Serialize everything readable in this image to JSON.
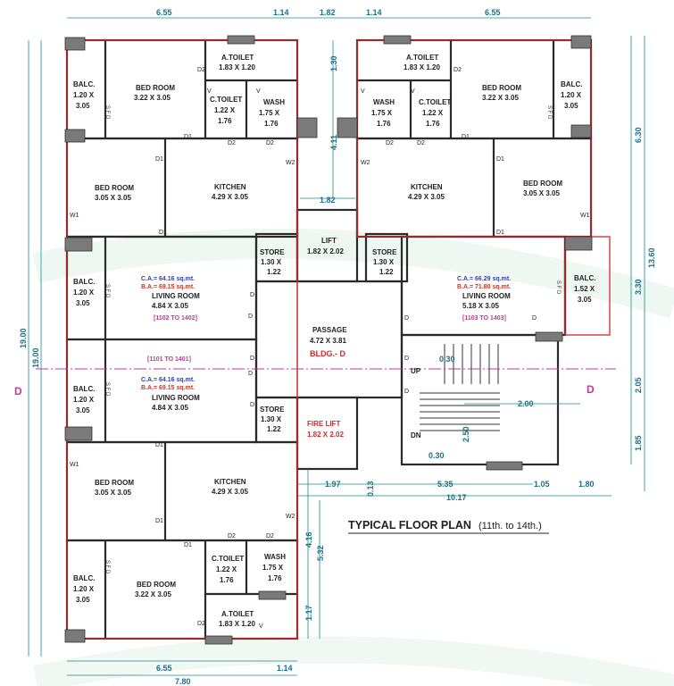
{
  "title": "TYPICAL FLOOR PLAN",
  "subtitle": "(11th. to 14th.)",
  "building": "BLDG.- D",
  "section_marker": "D",
  "passage": {
    "name": "PASSAGE",
    "size": "4.72 X 3.81"
  },
  "lift": {
    "name": "LIFT",
    "size": "1.82 X 2.02"
  },
  "fire_lift": {
    "name": "FIRE LIFT",
    "size": "1.82 X 2.02"
  },
  "stair": {
    "up": "UP",
    "dn": "DN"
  },
  "units": {
    "top_left": {
      "code": "[1102 TO 1402]",
      "ca": "C.A.= 64.16 sq.mt.",
      "ba": "B.A.= 69.15 sq.mt."
    },
    "top_right": {
      "code": "[1103 TO 1403]",
      "ca": "C.A.= 66.29 sq.mt.",
      "ba": "B.A.= 71.80 sq.mt."
    },
    "bottom_left": {
      "code": "[1101 TO 1401]",
      "ca": "C.A.= 64.16 sq.mt.",
      "ba": "B.A.= 69.15 sq.mt."
    }
  },
  "rooms": {
    "bed_room": "BED ROOM",
    "kitchen": "KITCHEN",
    "living_room": "LIVING ROOM",
    "a_toilet": "A.TOILET",
    "c_toilet": "C.TOILET",
    "wash": "WASH",
    "store": "STORE",
    "balc": "BALC.",
    "size_322": "3.22 X 3.05",
    "size_305": "3.05 X 3.05",
    "size_429": "4.29 X 3.05",
    "size_484": "4.84 X 3.05",
    "size_518": "5.18 X 3.05",
    "size_183": "1.83 X 1.20",
    "size_122": "1.22 X",
    "size_175": "1.75 X",
    "size_176": "1.76",
    "size_130": "1.30 X",
    "size_122b": "1.22",
    "size_120": "1.20 X",
    "size_152": "1.52 X",
    "size_305b": "3.05"
  },
  "doors": {
    "d": "D",
    "d1": "D1",
    "d2": "D2",
    "w1": "W1",
    "w2": "W2",
    "v": "V",
    "sfd": "S F D"
  },
  "dimensions": {
    "d655": "6.55",
    "d114": "1.14",
    "d182": "1.82",
    "d130": "1.30",
    "d411": "4.11",
    "d630": "6.30",
    "d1360": "13.60",
    "d330": "3.30",
    "d205": "2.05",
    "d185": "1.85",
    "d1900": "19.00",
    "d030": "0.30",
    "d200": "2.00",
    "d250": "2.50",
    "d197": "1.97",
    "d013": "0.13",
    "d535": "5.35",
    "d105": "1.05",
    "d180": "1.80",
    "d1017": "10.17",
    "d416": "4.16",
    "d532": "5.32",
    "d117": "1.17",
    "d780": "7.80"
  },
  "colors": {
    "wall": "#2a2a2a",
    "dimension": "#1b8a8a",
    "carpet_area": "#2f3fa8",
    "built_area": "#c0392b",
    "unit_code": "#c0399b",
    "outline": "#d42a2a"
  }
}
